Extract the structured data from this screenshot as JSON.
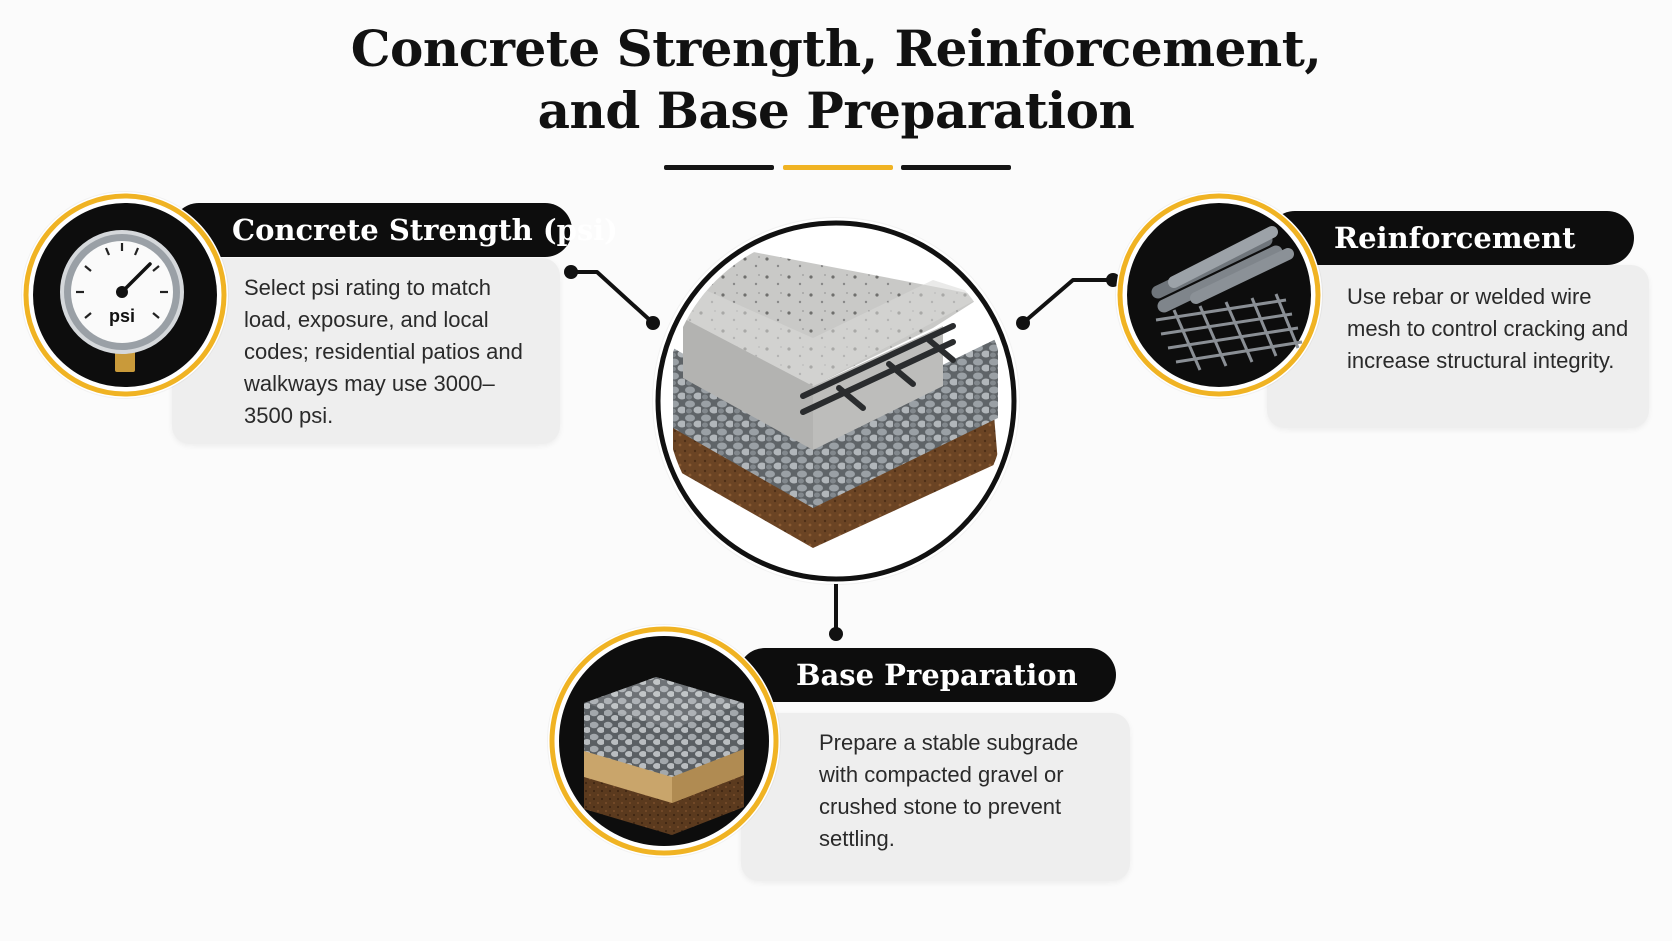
{
  "title": {
    "line1": "Concrete Strength, Reinforcement,",
    "line2": "and Base Preparation"
  },
  "sections": {
    "strength": {
      "heading": "Concrete Strength (psi)",
      "body": "Select psi rating to match load, exposure, and local codes; residential patios and walkways may use 3000–3500 psi.",
      "icon": "pressure-gauge-icon",
      "gauge_label": "psi"
    },
    "reinforcement": {
      "heading": "Reinforcement",
      "body": "Use rebar or welded wire mesh to control cracking and increase structural integrity.",
      "icon": "rebar-mesh-icon"
    },
    "base": {
      "heading": "Base Preparation",
      "body": "Prepare a stable subgrade with compacted gravel or crushed stone to prevent settling.",
      "icon": "gravel-layers-icon"
    }
  },
  "center_icon": "slab-cross-section-icon",
  "colors": {
    "accent": "#f0b323",
    "dark": "#0d0d0d",
    "card": "#eeeeee"
  }
}
